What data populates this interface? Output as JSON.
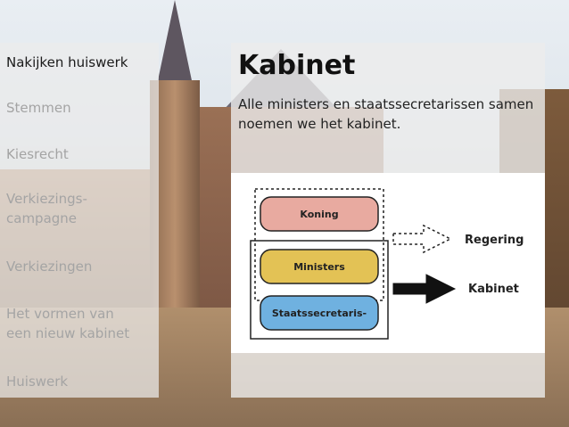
{
  "sidebar": {
    "items": [
      {
        "label": "Nakijken huiswerk",
        "active": true
      },
      {
        "label": "Stemmen",
        "active": false
      },
      {
        "label": "Kiesrecht",
        "active": false
      },
      {
        "label": "Verkiezings-\ncampagne",
        "active": false
      },
      {
        "label": "Verkiezingen",
        "active": false
      },
      {
        "label": "Het vormen van\neen nieuw kabinet",
        "active": false
      },
      {
        "label": "Huiswerk",
        "active": false
      }
    ]
  },
  "slide": {
    "title": "Kabinet",
    "body": "Alle ministers en staatssecretarissen samen noemen we het kabinet."
  },
  "diagram": {
    "boxes": [
      "Koning",
      "Ministers",
      "Staatssecretaris-"
    ],
    "labels": [
      "Regering",
      "Kabinet"
    ],
    "colors": {
      "koning": "#e8aaa0",
      "ministers": "#e3c255",
      "staatssecretaris": "#6fb1e0"
    }
  }
}
